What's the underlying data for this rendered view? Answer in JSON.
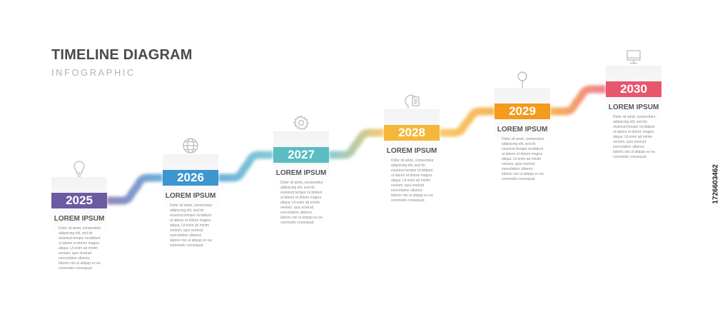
{
  "title": "TIMELINE DIAGRAM",
  "subtitle": "INFOGRAPHIC",
  "watermark": "1726603462",
  "milestones": [
    {
      "year": "2025",
      "color": "#6a5ba3",
      "heading": "LOREM IPSUM",
      "icon": "lightbulb-icon",
      "body": "Dolor sit amet, consectetur adipiscing elit, sed do eiusmod tempor incididunt ut labore et dolore magna aliqua. Ut enim ad minim veniam, quis nostrud exercitation ullamco laboris nisi ut aliquip ex ea commodo consequat."
    },
    {
      "year": "2026",
      "color": "#3d96cf",
      "heading": "LOREM IPSUM",
      "icon": "globe-icon",
      "body": "Dolor sit amet, consectetur adipiscing elit, sed do eiusmod tempor incididunt ut labore et dolore magna aliqua. Ut enim ad minim veniam, quis nostrud exercitation ullamco laboris nisi ut aliquip ex ea commodo consequat."
    },
    {
      "year": "2027",
      "color": "#5bbcc3",
      "heading": "LOREM IPSUM",
      "icon": "gear-icon",
      "body": "Dolor sit amet, consectetur adipiscing elit, sed do eiusmod tempor incididunt ut labore et dolore magna aliqua. Ut enim ad minim veniam, quis nostrud exercitation ullamco laboris nisi ut aliquip ex ea commodo consequat."
    },
    {
      "year": "2028",
      "color": "#f5b73a",
      "heading": "LOREM IPSUM",
      "icon": "head-document-icon",
      "body": "Dolor sit amet, consectetur adipiscing elit, sed do eiusmod tempor incididunt ut labore et dolore magna aliqua. Ut enim ad minim veniam, quis nostrud exercitation ullamco laboris nisi ut aliquip ex ea commodo consequat."
    },
    {
      "year": "2029",
      "color": "#f49a1c",
      "heading": "LOREM IPSUM",
      "icon": "magnifier-icon",
      "body": "Dolor sit amet, consectetur adipiscing elit, sed do eiusmod tempor incididunt ut labore et dolore magna aliqua. Ut enim ad minim veniam, quis nostrud exercitation ullamco laboris nisi ut aliquip ex ea commodo consequat."
    },
    {
      "year": "2030",
      "color": "#e8566e",
      "heading": "LOREM IPSUM",
      "icon": "computer-icon",
      "body": "Dolor sit amet, consectetur adipiscing elit, sed do eiusmod tempor incididunt ut labore et dolore magna aliqua. Ut enim ad minim veniam, quis nostrud exercitation ullamco laboris nisi ut aliquip ex ea commodo consequat."
    }
  ]
}
